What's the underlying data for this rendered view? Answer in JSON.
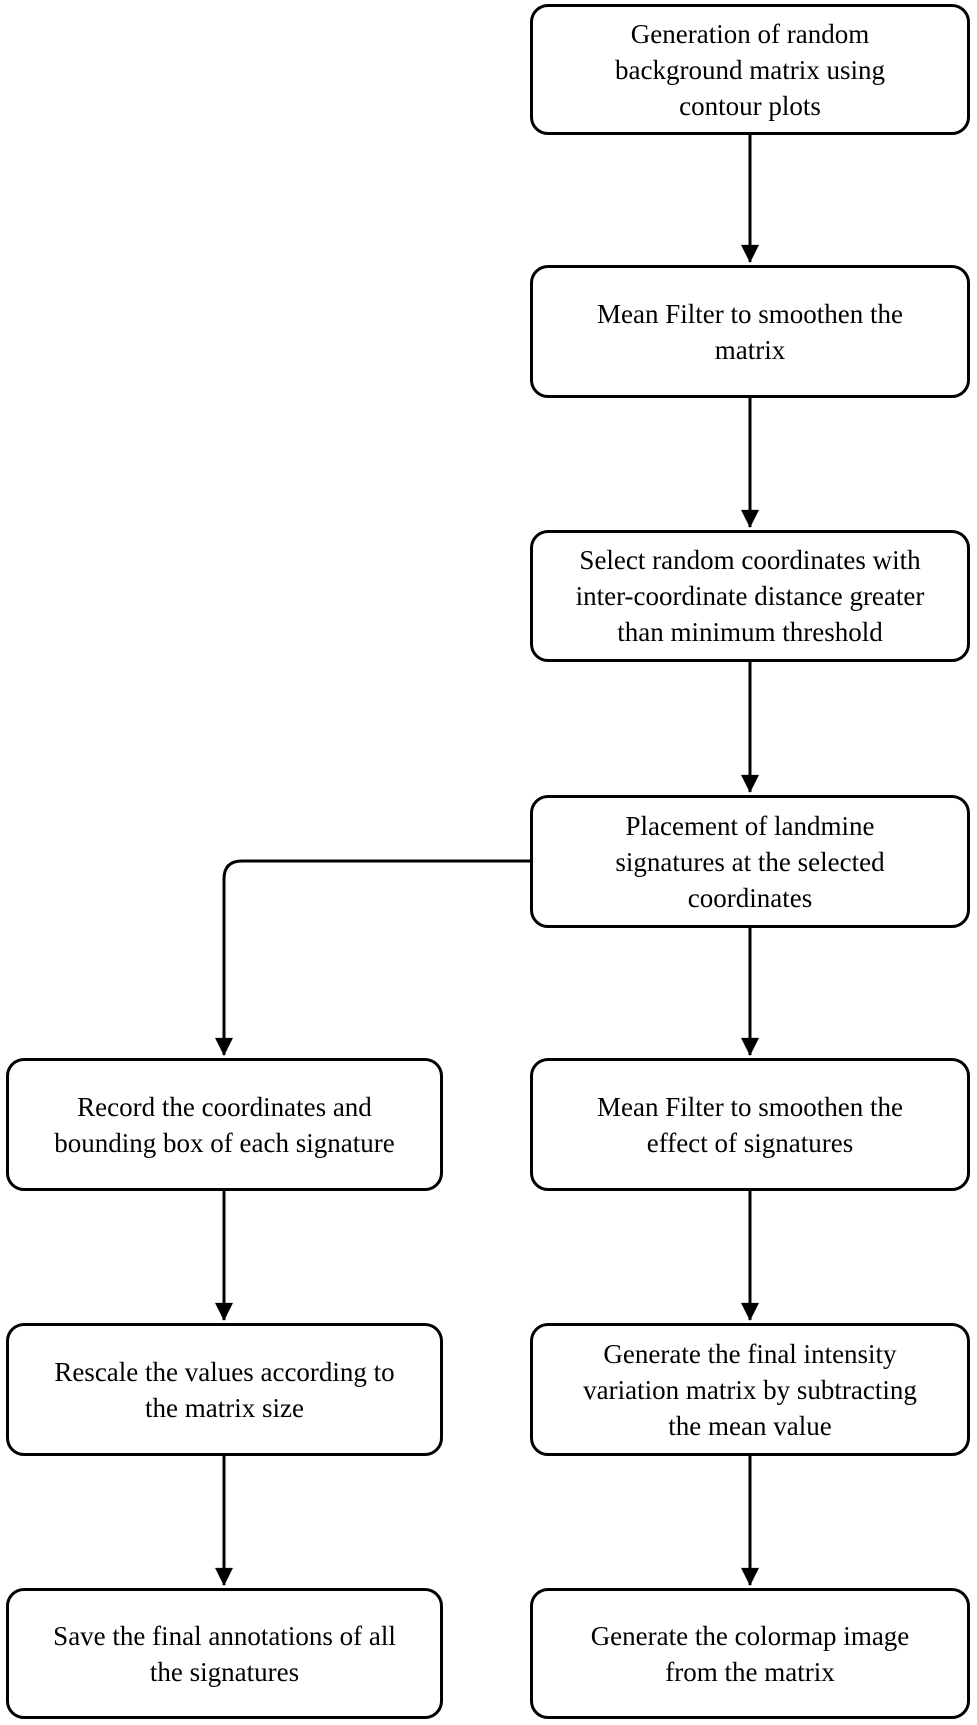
{
  "flowchart": {
    "background_color": "#ffffff",
    "box_border_color": "#000000",
    "text_color": "#000000",
    "nodes": [
      {
        "id": "generation-background",
        "label": "Generation of random\nbackground matrix using\ncontour plots"
      },
      {
        "id": "mean-filter-matrix",
        "label": "Mean Filter to smoothen the\nmatrix"
      },
      {
        "id": "select-coordinates",
        "label": "Select random coordinates with\ninter-coordinate distance greater\nthan minimum threshold"
      },
      {
        "id": "place-signatures",
        "label": "Placement of landmine\nsignatures at the selected\ncoordinates"
      },
      {
        "id": "record-coordinates",
        "label": "Record the coordinates and\nbounding box of each signature"
      },
      {
        "id": "mean-filter-signatures",
        "label": "Mean Filter to smoothen the\neffect of signatures"
      },
      {
        "id": "rescale-values",
        "label": "Rescale the values according to\nthe matrix size"
      },
      {
        "id": "final-intensity-matrix",
        "label": "Generate the final intensity\nvariation matrix by subtracting\nthe mean value"
      },
      {
        "id": "save-annotations",
        "label": "Save the final annotations of all\nthe signatures"
      },
      {
        "id": "colormap-image",
        "label": "Generate the colormap image\nfrom the matrix"
      }
    ],
    "edges": [
      {
        "from": "generation-background",
        "to": "mean-filter-matrix"
      },
      {
        "from": "mean-filter-matrix",
        "to": "select-coordinates"
      },
      {
        "from": "select-coordinates",
        "to": "place-signatures"
      },
      {
        "from": "place-signatures",
        "to": "record-coordinates"
      },
      {
        "from": "place-signatures",
        "to": "mean-filter-signatures"
      },
      {
        "from": "record-coordinates",
        "to": "rescale-values"
      },
      {
        "from": "mean-filter-signatures",
        "to": "final-intensity-matrix"
      },
      {
        "from": "rescale-values",
        "to": "save-annotations"
      },
      {
        "from": "final-intensity-matrix",
        "to": "colormap-image"
      }
    ]
  }
}
